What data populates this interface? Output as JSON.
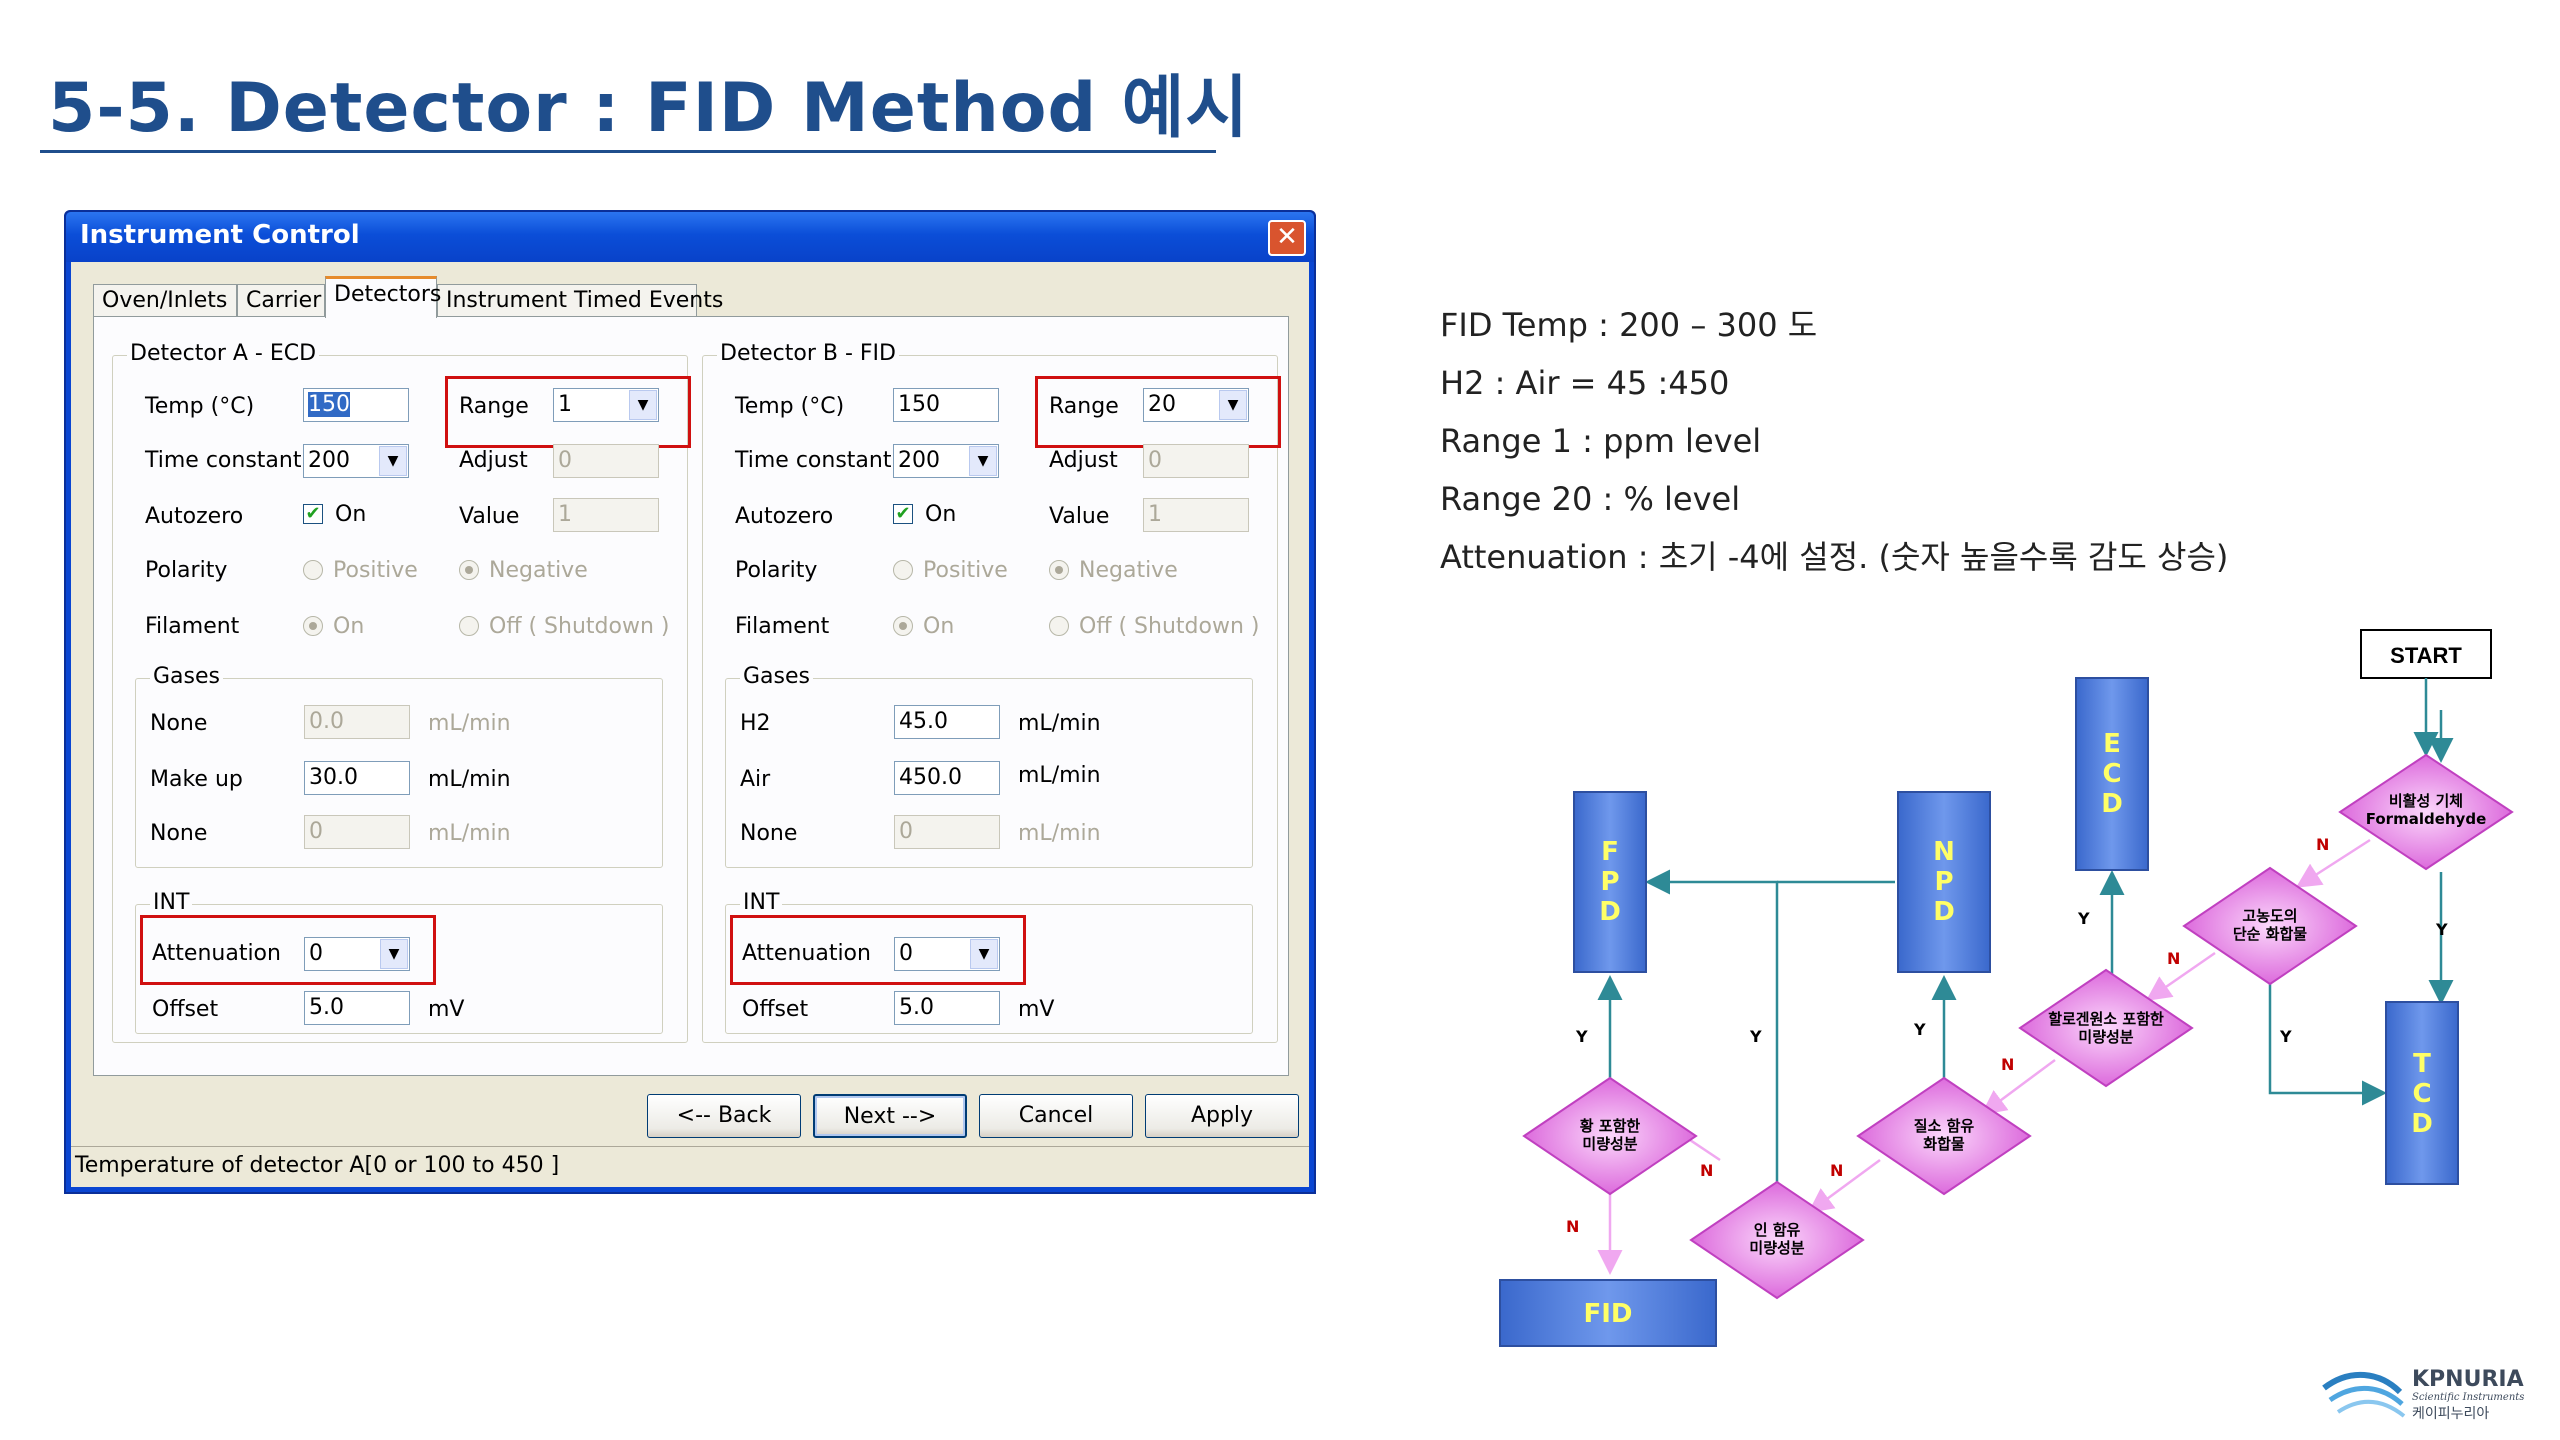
{
  "slide": {
    "title": "5-5. Detector : FID Method 예시"
  },
  "dialog": {
    "title": "Instrument Control",
    "close_glyph": "✕",
    "tabs": [
      "Oven/Inlets",
      "Carrier",
      "Detectors",
      "Instrument Timed Events"
    ],
    "active_tab": "Detectors",
    "detector_a": {
      "group_label": "Detector A - ECD",
      "temp_label": "Temp (°C)",
      "temp_value": "150",
      "range_label": "Range",
      "range_value": "1",
      "time_constant_label": "Time constant",
      "time_constant_value": "200",
      "adjust_label": "Adjust",
      "adjust_value": "0",
      "autozero_label": "Autozero",
      "autozero_on_label": "On",
      "value_label": "Value",
      "value_value": "1",
      "polarity_label": "Polarity",
      "positive_label": "Positive",
      "negative_label": "Negative",
      "filament_label": "Filament",
      "filament_on_label": "On",
      "filament_off_label": "Off ( Shutdown )",
      "gases_label": "Gases",
      "gas1_label": "None",
      "gas1_value": "0.0",
      "gas1_unit": "mL/min",
      "gas2_label": "Make up",
      "gas2_value": "30.0",
      "gas2_unit": "mL/min",
      "gas3_label": "None",
      "gas3_value": "0",
      "gas3_unit": "mL/min",
      "int_label": "INT",
      "attenuation_label": "Attenuation",
      "attenuation_value": "0",
      "offset_label": "Offset",
      "offset_value": "5.0",
      "offset_unit": "mV"
    },
    "detector_b": {
      "group_label": "Detector B - FID",
      "temp_label": "Temp (°C)",
      "temp_value": "150",
      "range_label": "Range",
      "range_value": "20",
      "time_constant_label": "Time constant",
      "time_constant_value": "200",
      "adjust_label": "Adjust",
      "adjust_value": "0",
      "autozero_label": "Autozero",
      "autozero_on_label": "On",
      "value_label": "Value",
      "value_value": "1",
      "polarity_label": "Polarity",
      "positive_label": "Positive",
      "negative_label": "Negative",
      "filament_label": "Filament",
      "filament_on_label": "On",
      "filament_off_label": "Off ( Shutdown )",
      "gases_label": "Gases",
      "gas1_label": "H2",
      "gas1_value": "45.0",
      "gas1_unit": "mL/min",
      "gas2_label": "Air",
      "gas2_value": "450.0",
      "gas2_unit": "mL/min",
      "gas3_label": "None",
      "gas3_value": "0",
      "gas3_unit": "mL/min",
      "int_label": "INT",
      "attenuation_label": "Attenuation",
      "attenuation_value": "0",
      "offset_label": "Offset",
      "offset_value": "5.0",
      "offset_unit": "mV"
    },
    "buttons": {
      "back": "<-- Back",
      "next": "Next -->",
      "cancel": "Cancel",
      "apply": "Apply"
    },
    "status": "Temperature of detector A[0 or 100 to 450 ]"
  },
  "notes": [
    "FID Temp : 200 – 300 도",
    "H2 : Air = 45 :450",
    "Range  1  : ppm level",
    "Range 20 : % level",
    "Attenuation : 초기 -4에 설정. (숫자 높을수록 감도 상승)"
  ],
  "flowchart": {
    "start": "START",
    "decisions": {
      "volatile_1": "비활성 기체",
      "volatile_2": "Formaldehyde",
      "high_conc_1": "고농도의",
      "high_conc_2": "단순 화합물",
      "halogen_1": "할로겐원소 포함한",
      "halogen_2": "미량성분",
      "nitrogen_1": "질소 함유",
      "nitrogen_2": "화합물",
      "phosphorus_1": "인 함유",
      "phosphorus_2": "미량성분",
      "sulfur_1": "황 포함한",
      "sulfur_2": "미량성분"
    },
    "detectors": {
      "ecd": [
        "E",
        "C",
        "D"
      ],
      "npd": [
        "N",
        "P",
        "D"
      ],
      "fpd": [
        "F",
        "P",
        "D"
      ],
      "tcd": [
        "T",
        "C",
        "D"
      ],
      "fid": "FID"
    },
    "yes": "Y",
    "no": "N",
    "colors": {
      "decision_fill": "#e36ee3",
      "detector_fill": "#4a78d8",
      "arrow_teal": "#2e8a96",
      "arrow_pink": "#f0a8f0",
      "no_label": "#c00000"
    }
  },
  "logo": {
    "name": "KPNURIA",
    "tagline": "Scientific Instruments",
    "korean": "케이피누리아"
  }
}
